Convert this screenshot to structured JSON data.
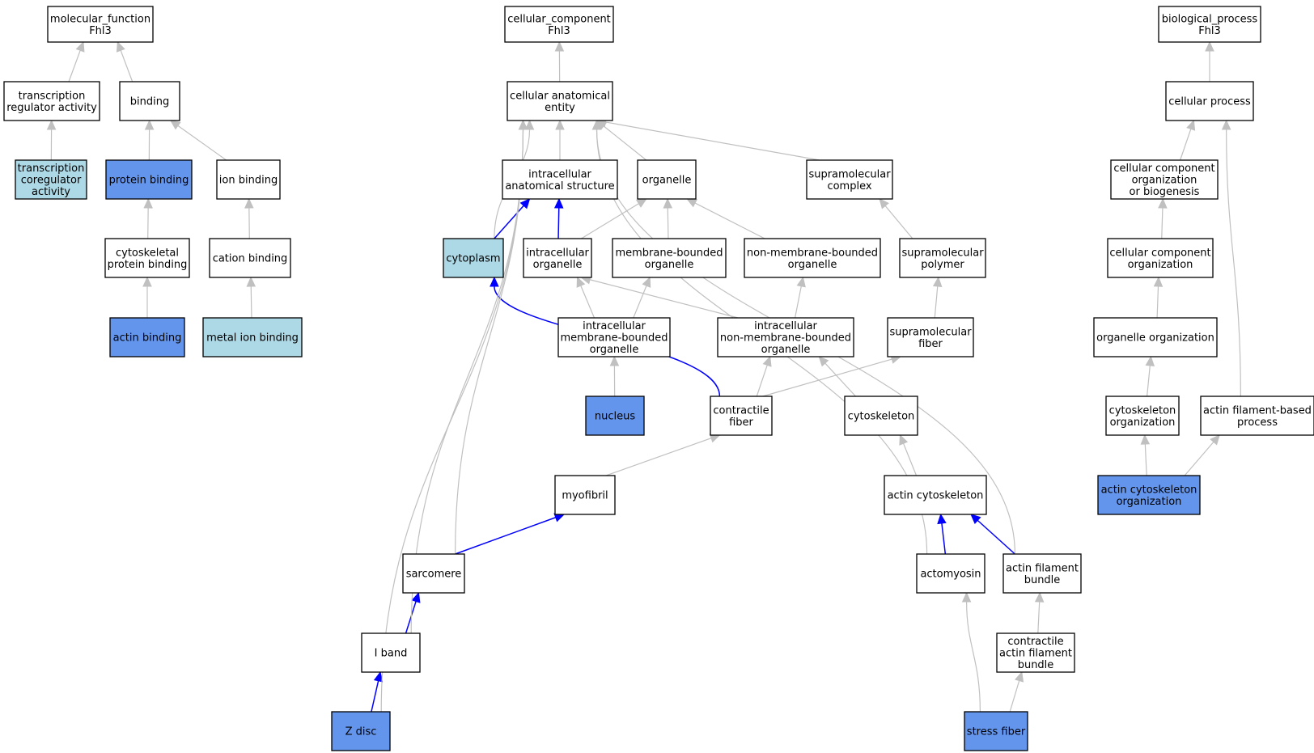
{
  "colors": {
    "highlight_dark": "#6495ed",
    "highlight_light": "#add8e6",
    "plain": "#ffffff",
    "edge_gray": "#c0c0c0",
    "edge_blue": "#0000ff"
  },
  "nodes": [
    {
      "id": "mf_root",
      "lines": [
        "molecular_function",
        "Fhl3"
      ],
      "fill": "plain"
    },
    {
      "id": "transcription_regulator_activity",
      "lines": [
        "transcription",
        "regulator activity"
      ],
      "fill": "plain"
    },
    {
      "id": "binding",
      "lines": [
        "binding"
      ],
      "fill": "plain"
    },
    {
      "id": "transcription_coregulator_activity",
      "lines": [
        "transcription",
        "coregulator",
        "activity"
      ],
      "fill": "highlight_light"
    },
    {
      "id": "protein_binding",
      "lines": [
        "protein binding"
      ],
      "fill": "highlight_dark"
    },
    {
      "id": "ion_binding",
      "lines": [
        "ion binding"
      ],
      "fill": "plain"
    },
    {
      "id": "cytoskeletal_protein_binding",
      "lines": [
        "cytoskeletal",
        "protein binding"
      ],
      "fill": "plain"
    },
    {
      "id": "cation_binding",
      "lines": [
        "cation binding"
      ],
      "fill": "plain"
    },
    {
      "id": "actin_binding",
      "lines": [
        "actin binding"
      ],
      "fill": "highlight_dark"
    },
    {
      "id": "metal_ion_binding",
      "lines": [
        "metal ion binding"
      ],
      "fill": "highlight_light"
    },
    {
      "id": "cc_root",
      "lines": [
        "cellular_component",
        "Fhl3"
      ],
      "fill": "plain"
    },
    {
      "id": "cellular_anatomical_entity",
      "lines": [
        "cellular anatomical",
        "entity"
      ],
      "fill": "plain"
    },
    {
      "id": "intracellular_anatomical_structure",
      "lines": [
        "intracellular",
        "anatomical structure"
      ],
      "fill": "plain"
    },
    {
      "id": "organelle",
      "lines": [
        "organelle"
      ],
      "fill": "plain"
    },
    {
      "id": "supramolecular_complex",
      "lines": [
        "supramolecular",
        "complex"
      ],
      "fill": "plain"
    },
    {
      "id": "cytoplasm",
      "lines": [
        "cytoplasm"
      ],
      "fill": "highlight_light"
    },
    {
      "id": "intracellular_organelle",
      "lines": [
        "intracellular",
        "organelle"
      ],
      "fill": "plain"
    },
    {
      "id": "membrane_bounded_organelle",
      "lines": [
        "membrane-bounded",
        "organelle"
      ],
      "fill": "plain"
    },
    {
      "id": "non_membrane_bounded_organelle",
      "lines": [
        "non-membrane-bounded",
        "organelle"
      ],
      "fill": "plain"
    },
    {
      "id": "supramolecular_polymer",
      "lines": [
        "supramolecular",
        "polymer"
      ],
      "fill": "plain"
    },
    {
      "id": "intracellular_membrane_bounded_organelle",
      "lines": [
        "intracellular",
        "membrane-bounded",
        "organelle"
      ],
      "fill": "plain"
    },
    {
      "id": "intracellular_non_membrane_bounded_organelle",
      "lines": [
        "intracellular",
        "non-membrane-bounded",
        "organelle"
      ],
      "fill": "plain"
    },
    {
      "id": "supramolecular_fiber",
      "lines": [
        "supramolecular",
        "fiber"
      ],
      "fill": "plain"
    },
    {
      "id": "nucleus",
      "lines": [
        "nucleus"
      ],
      "fill": "highlight_dark"
    },
    {
      "id": "contractile_fiber",
      "lines": [
        "contractile",
        "fiber"
      ],
      "fill": "plain"
    },
    {
      "id": "cytoskeleton",
      "lines": [
        "cytoskeleton"
      ],
      "fill": "plain"
    },
    {
      "id": "myofibril",
      "lines": [
        "myofibril"
      ],
      "fill": "plain"
    },
    {
      "id": "actin_cytoskeleton",
      "lines": [
        "actin cytoskeleton"
      ],
      "fill": "plain"
    },
    {
      "id": "sarcomere",
      "lines": [
        "sarcomere"
      ],
      "fill": "plain"
    },
    {
      "id": "actomyosin",
      "lines": [
        "actomyosin"
      ],
      "fill": "plain"
    },
    {
      "id": "actin_filament_bundle",
      "lines": [
        "actin filament",
        "bundle"
      ],
      "fill": "plain"
    },
    {
      "id": "i_band",
      "lines": [
        "I band"
      ],
      "fill": "plain"
    },
    {
      "id": "contractile_actin_filament_bundle",
      "lines": [
        "contractile",
        "actin filament",
        "bundle"
      ],
      "fill": "plain"
    },
    {
      "id": "z_disc",
      "lines": [
        "Z disc"
      ],
      "fill": "highlight_dark"
    },
    {
      "id": "stress_fiber",
      "lines": [
        "stress fiber"
      ],
      "fill": "highlight_dark"
    },
    {
      "id": "bp_root",
      "lines": [
        "biological_process",
        "Fhl3"
      ],
      "fill": "plain"
    },
    {
      "id": "cellular_process",
      "lines": [
        "cellular process"
      ],
      "fill": "plain"
    },
    {
      "id": "cellular_component_organization_or_biogenesis",
      "lines": [
        "cellular component",
        "organization",
        "or biogenesis"
      ],
      "fill": "plain"
    },
    {
      "id": "cellular_component_organization",
      "lines": [
        "cellular component",
        "organization"
      ],
      "fill": "plain"
    },
    {
      "id": "organelle_organization",
      "lines": [
        "organelle organization"
      ],
      "fill": "plain"
    },
    {
      "id": "cytoskeleton_organization",
      "lines": [
        "cytoskeleton",
        "organization"
      ],
      "fill": "plain"
    },
    {
      "id": "actin_filament_based_process",
      "lines": [
        "actin filament-based",
        "process"
      ],
      "fill": "plain"
    },
    {
      "id": "actin_cytoskeleton_organization",
      "lines": [
        "actin cytoskeleton",
        "organization"
      ],
      "fill": "highlight_dark"
    }
  ],
  "edges": [
    {
      "from": "transcription_regulator_activity",
      "to": "mf_root",
      "color": "gray"
    },
    {
      "from": "binding",
      "to": "mf_root",
      "color": "gray"
    },
    {
      "from": "transcription_coregulator_activity",
      "to": "transcription_regulator_activity",
      "color": "gray"
    },
    {
      "from": "protein_binding",
      "to": "binding",
      "color": "gray"
    },
    {
      "from": "ion_binding",
      "to": "binding",
      "color": "gray"
    },
    {
      "from": "cytoskeletal_protein_binding",
      "to": "protein_binding",
      "color": "gray"
    },
    {
      "from": "cation_binding",
      "to": "ion_binding",
      "color": "gray"
    },
    {
      "from": "actin_binding",
      "to": "cytoskeletal_protein_binding",
      "color": "gray"
    },
    {
      "from": "metal_ion_binding",
      "to": "cation_binding",
      "color": "gray"
    },
    {
      "from": "cellular_anatomical_entity",
      "to": "cc_root",
      "color": "gray"
    },
    {
      "from": "intracellular_anatomical_structure",
      "to": "cellular_anatomical_entity",
      "color": "gray"
    },
    {
      "from": "organelle",
      "to": "cellular_anatomical_entity",
      "color": "gray"
    },
    {
      "from": "supramolecular_complex",
      "to": "cellular_anatomical_entity",
      "color": "gray"
    },
    {
      "from": "cytoplasm",
      "to": "cellular_anatomical_entity",
      "color": "gray"
    },
    {
      "from": "cytoplasm",
      "to": "intracellular_anatomical_structure",
      "color": "blue"
    },
    {
      "from": "intracellular_organelle",
      "to": "intracellular_anatomical_structure",
      "color": "blue"
    },
    {
      "from": "intracellular_organelle",
      "to": "organelle",
      "color": "gray"
    },
    {
      "from": "membrane_bounded_organelle",
      "to": "organelle",
      "color": "gray"
    },
    {
      "from": "non_membrane_bounded_organelle",
      "to": "organelle",
      "color": "gray"
    },
    {
      "from": "supramolecular_polymer",
      "to": "supramolecular_complex",
      "color": "gray"
    },
    {
      "from": "intracellular_membrane_bounded_organelle",
      "to": "intracellular_organelle",
      "color": "gray"
    },
    {
      "from": "intracellular_membrane_bounded_organelle",
      "to": "membrane_bounded_organelle",
      "color": "gray"
    },
    {
      "from": "intracellular_non_membrane_bounded_organelle",
      "to": "intracellular_organelle",
      "color": "gray"
    },
    {
      "from": "intracellular_non_membrane_bounded_organelle",
      "to": "non_membrane_bounded_organelle",
      "color": "gray"
    },
    {
      "from": "supramolecular_fiber",
      "to": "supramolecular_polymer",
      "color": "gray"
    },
    {
      "from": "nucleus",
      "to": "intracellular_membrane_bounded_organelle",
      "color": "gray"
    },
    {
      "from": "contractile_fiber",
      "to": "cytoplasm",
      "color": "blue"
    },
    {
      "from": "contractile_fiber",
      "to": "intracellular_non_membrane_bounded_organelle",
      "color": "gray"
    },
    {
      "from": "contractile_fiber",
      "to": "supramolecular_fiber",
      "color": "gray"
    },
    {
      "from": "cytoskeleton",
      "to": "intracellular_non_membrane_bounded_organelle",
      "color": "gray"
    },
    {
      "from": "myofibril",
      "to": "contractile_fiber",
      "color": "gray"
    },
    {
      "from": "actin_cytoskeleton",
      "to": "cytoskeleton",
      "color": "gray"
    },
    {
      "from": "sarcomere",
      "to": "myofibril",
      "color": "blue"
    },
    {
      "from": "sarcomere",
      "to": "cellular_anatomical_entity",
      "color": "gray"
    },
    {
      "from": "actomyosin",
      "to": "actin_cytoskeleton",
      "color": "blue"
    },
    {
      "from": "actomyosin",
      "to": "cellular_anatomical_entity",
      "color": "gray"
    },
    {
      "from": "actin_filament_bundle",
      "to": "actin_cytoskeleton",
      "color": "blue"
    },
    {
      "from": "actin_filament_bundle",
      "to": "cellular_anatomical_entity",
      "color": "gray"
    },
    {
      "from": "i_band",
      "to": "sarcomere",
      "color": "blue"
    },
    {
      "from": "i_band",
      "to": "cellular_anatomical_entity",
      "color": "gray"
    },
    {
      "from": "contractile_actin_filament_bundle",
      "to": "actin_filament_bundle",
      "color": "gray"
    },
    {
      "from": "z_disc",
      "to": "i_band",
      "color": "blue"
    },
    {
      "from": "z_disc",
      "to": "cellular_anatomical_entity",
      "color": "gray"
    },
    {
      "from": "stress_fiber",
      "to": "actomyosin",
      "color": "gray"
    },
    {
      "from": "stress_fiber",
      "to": "contractile_actin_filament_bundle",
      "color": "gray"
    },
    {
      "from": "cellular_process",
      "to": "bp_root",
      "color": "gray"
    },
    {
      "from": "cellular_component_organization_or_biogenesis",
      "to": "cellular_process",
      "color": "gray"
    },
    {
      "from": "cellular_component_organization",
      "to": "cellular_component_organization_or_biogenesis",
      "color": "gray"
    },
    {
      "from": "organelle_organization",
      "to": "cellular_component_organization",
      "color": "gray"
    },
    {
      "from": "cytoskeleton_organization",
      "to": "organelle_organization",
      "color": "gray"
    },
    {
      "from": "actin_filament_based_process",
      "to": "cellular_process",
      "color": "gray"
    },
    {
      "from": "actin_cytoskeleton_organization",
      "to": "cytoskeleton_organization",
      "color": "gray"
    },
    {
      "from": "actin_cytoskeleton_organization",
      "to": "actin_filament_based_process",
      "color": "gray"
    }
  ]
}
